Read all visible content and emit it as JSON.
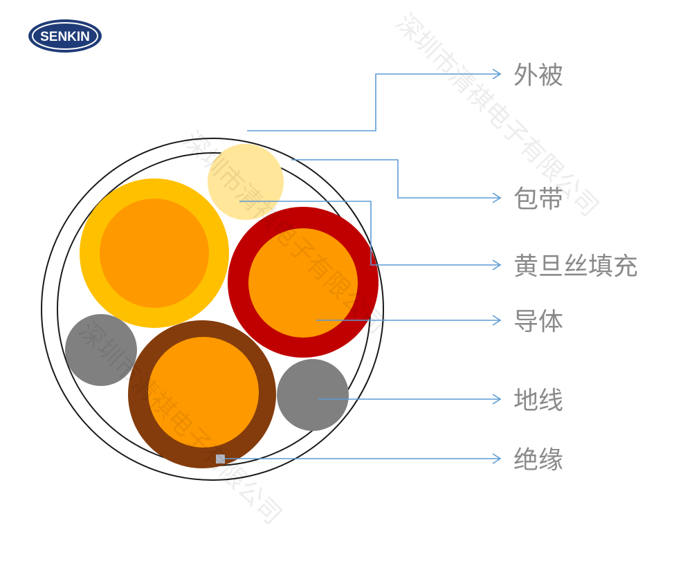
{
  "logo": {
    "text": "SENKIN",
    "bg_color": "#1f3c78",
    "ring_color": "#ffffff"
  },
  "watermark": {
    "text": "深圳市清祺电子有限公司",
    "angle_deg": 45
  },
  "colors": {
    "sheath_stroke": "#1a1a1a",
    "leader": "#5b9bd5",
    "label": "#8a8a8a",
    "filler": "#ffe699",
    "conductor": "#ff9900",
    "insulation_yellow": "#ffc000",
    "insulation_red": "#c00000",
    "insulation_brown": "#843c0c",
    "ground": "#808080",
    "marker": "#b4b8c4"
  },
  "labels": [
    {
      "id": "outer-sheath",
      "text": "外被"
    },
    {
      "id": "wrapping-tape",
      "text": "包带"
    },
    {
      "id": "jute-filler",
      "text": "黄旦丝填充"
    },
    {
      "id": "conductor",
      "text": "导体"
    },
    {
      "id": "ground-wire",
      "text": "地线"
    },
    {
      "id": "insulation",
      "text": "绝缘"
    }
  ]
}
